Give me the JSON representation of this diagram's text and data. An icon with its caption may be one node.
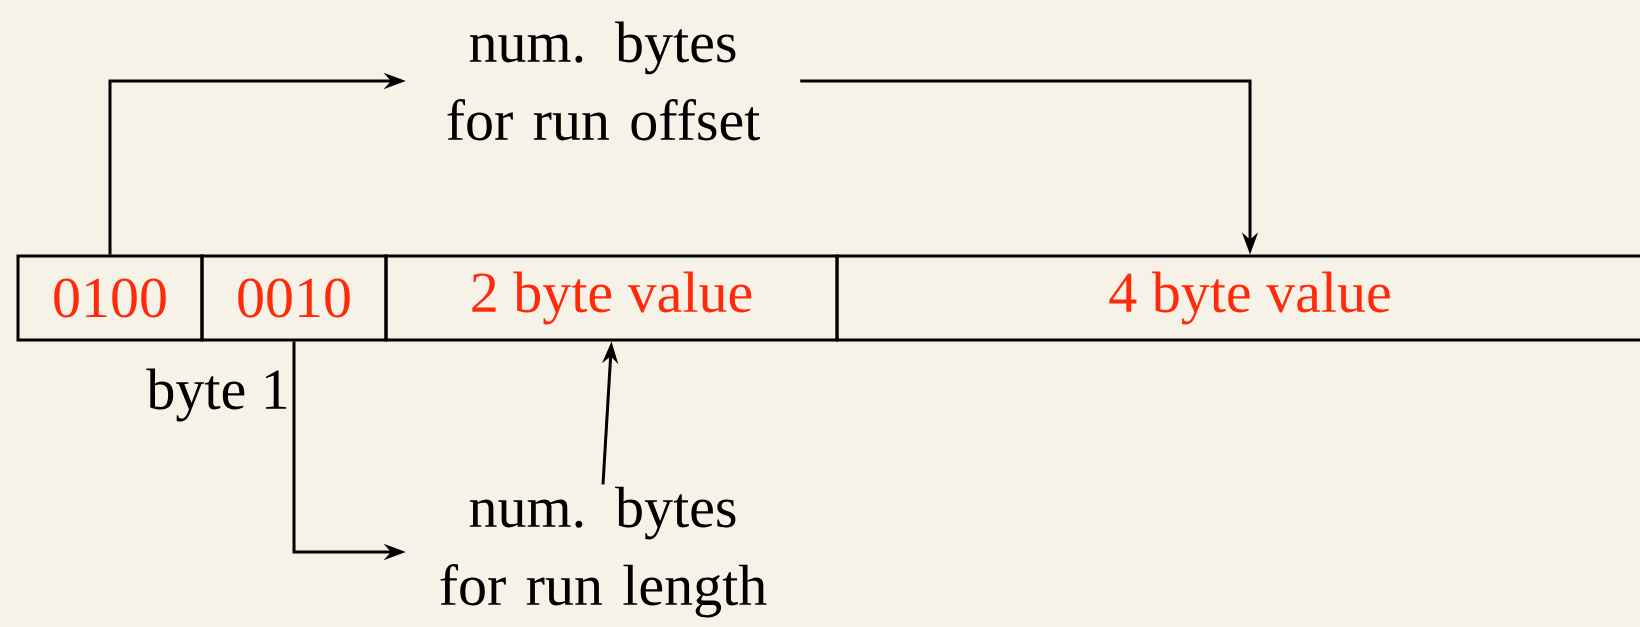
{
  "diagram": {
    "nodes": [
      {
        "text": [
          "0100"
        ]
      },
      {
        "text": [
          "0010"
        ]
      },
      {
        "text": [
          "2 byte value"
        ]
      },
      {
        "text": [
          "4 byte value"
        ]
      },
      {
        "text": [
          "num. bytes for run offset"
        ]
      },
      {
        "text": [
          "num. bytes for run length"
        ]
      }
    ],
    "edges": [
      {
        "from": 0,
        "to": 4,
        "arrow": "to"
      },
      {
        "from": 4,
        "to": 3,
        "arrow": "to"
      },
      {
        "from": 1,
        "to": 5,
        "arrow": "to"
      },
      {
        "from": 5,
        "to": 2,
        "arrow": "to"
      }
    ],
    "labels": [
      "byte 1"
    ]
  }
}
